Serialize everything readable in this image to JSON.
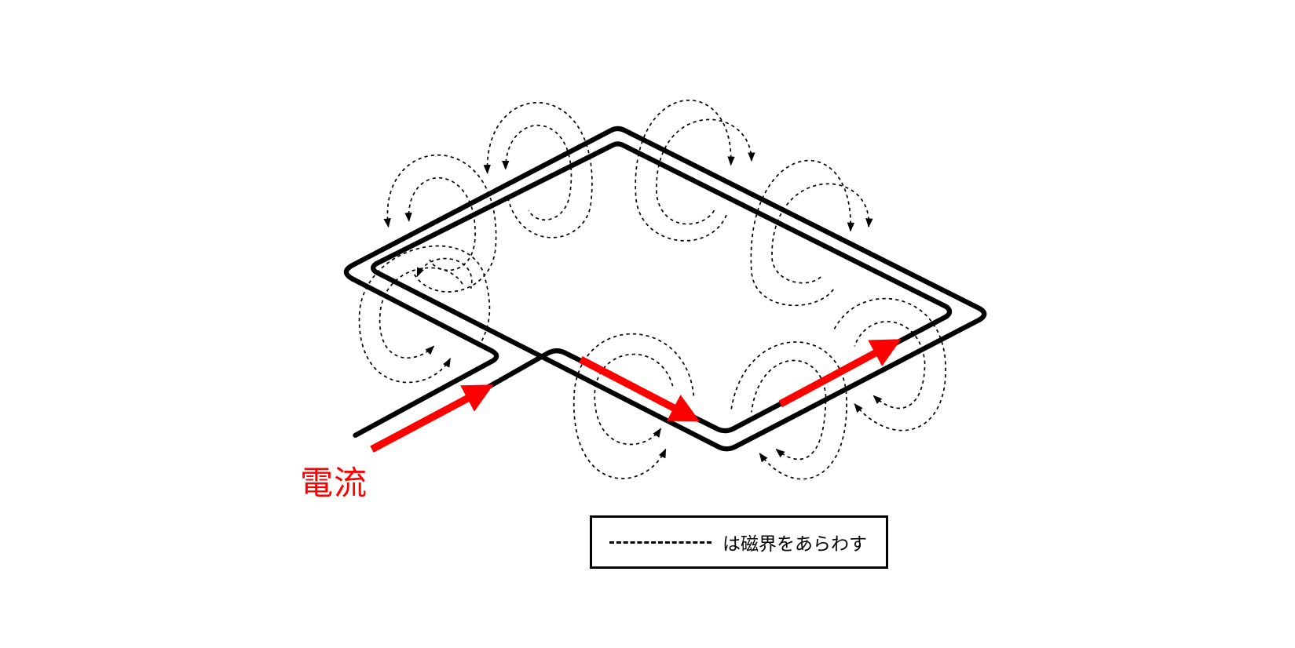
{
  "diagram": {
    "current_label": "電流",
    "legend_text": "は磁界をあらわす",
    "legend_icon": "dashed-line",
    "colors": {
      "current": "#ff0000",
      "wire": "#000000",
      "field": "#000000"
    }
  }
}
